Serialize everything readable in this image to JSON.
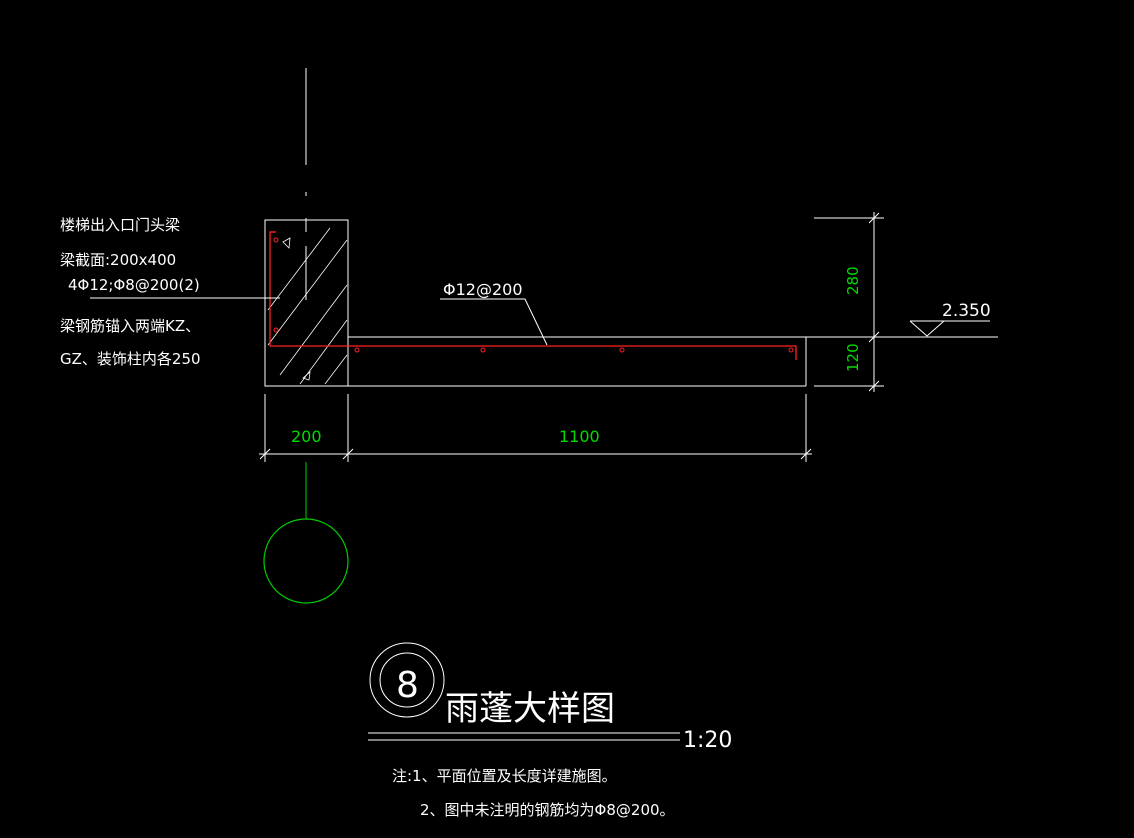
{
  "colors": {
    "background": "#000000",
    "line": "#ffffff",
    "rebar": "#ff2020",
    "dimension_text": "#00dd00",
    "axis_circle": "#00cc00"
  },
  "beam_notes": {
    "line1": "楼梯出入口门头梁",
    "line2": "梁截面:200x400",
    "line3": "4Φ12;Φ8@200(2)",
    "line4": "梁钢筋锚入两端KZ、",
    "line5": "GZ、装饰柱内各250"
  },
  "rebar_label": "Φ12@200",
  "elevation": "2.350",
  "dimensions": {
    "beam_width": "200",
    "canopy_length": "1100",
    "beam_height_above": "280",
    "slab_thickness": "120"
  },
  "title": {
    "number": "8",
    "name": "雨蓬大样图",
    "scale": "1:20"
  },
  "notes": {
    "line1": "注:1、平面位置及长度详建施图。",
    "line2": "2、图中未注明的钢筋均为Φ8@200。"
  }
}
